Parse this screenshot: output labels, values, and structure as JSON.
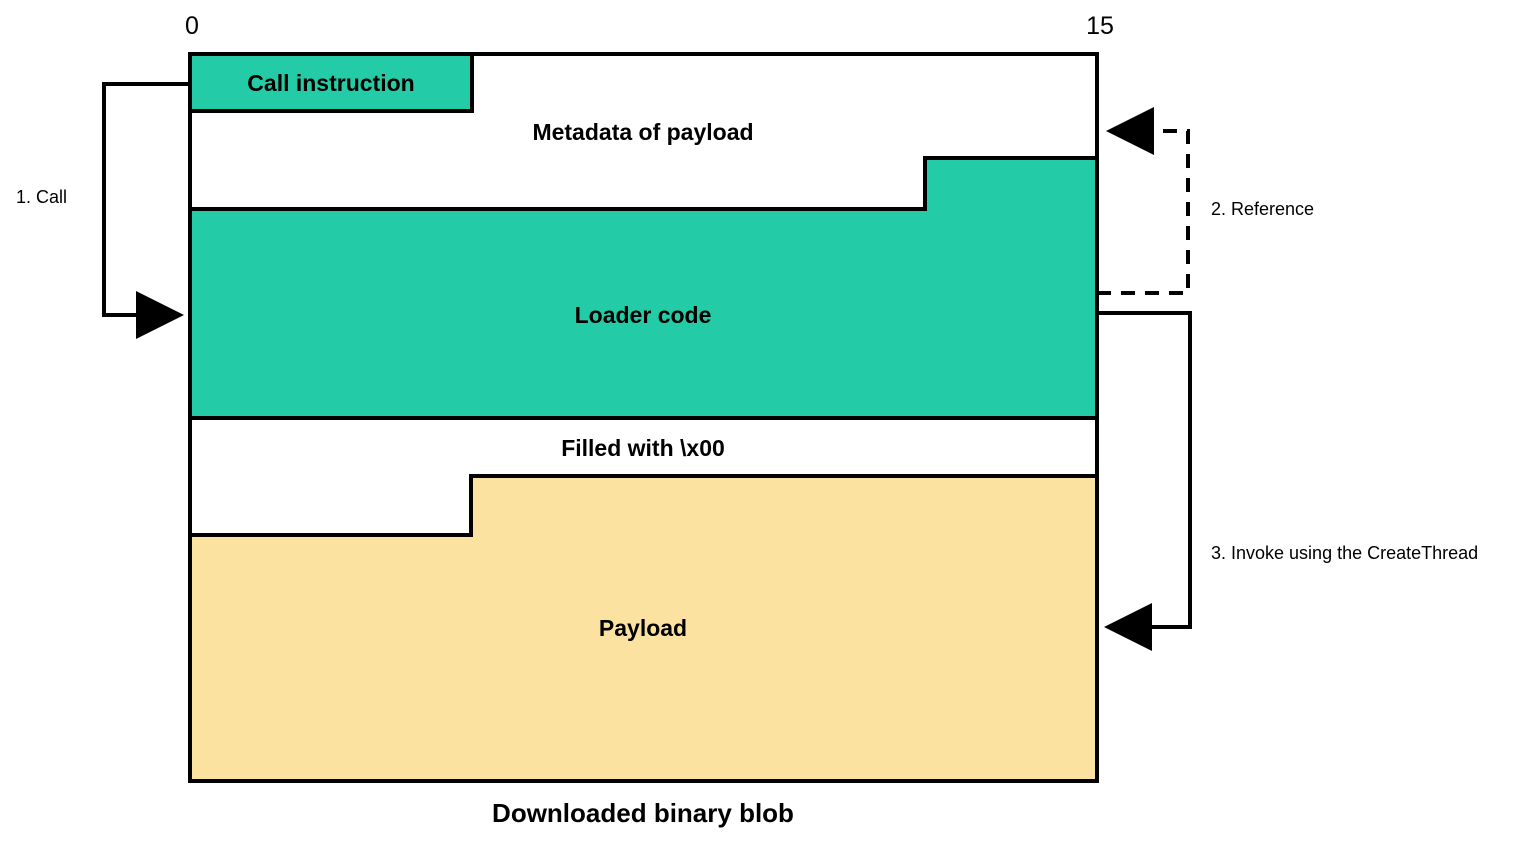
{
  "diagram": {
    "title": "Downloaded binary blob",
    "axis": {
      "start_label": "0",
      "end_label": "15"
    },
    "blocks": [
      {
        "id": "call-instruction",
        "label": "Call instruction",
        "color": "#23CCA7"
      },
      {
        "id": "metadata",
        "label": "Metadata of payload",
        "color": "#FFFFFF"
      },
      {
        "id": "loader-code",
        "label": "Loader code",
        "color": "#23CCA7"
      },
      {
        "id": "filled-zeros",
        "label": "Filled with \\x00",
        "color": "#FFFFFF"
      },
      {
        "id": "payload",
        "label": "Payload",
        "color": "#FCE2A0"
      }
    ],
    "annotations": [
      {
        "id": "step-1",
        "label": "1. Call",
        "style": "solid"
      },
      {
        "id": "step-2",
        "label": "2. Reference",
        "style": "dashed"
      },
      {
        "id": "step-3",
        "label": "3. Invoke using the CreateThread",
        "style": "solid"
      }
    ],
    "colors": {
      "teal": "#23CCA7",
      "yellow": "#FCE2A0",
      "outline": "#000000",
      "background": "#FFFFFF"
    }
  }
}
